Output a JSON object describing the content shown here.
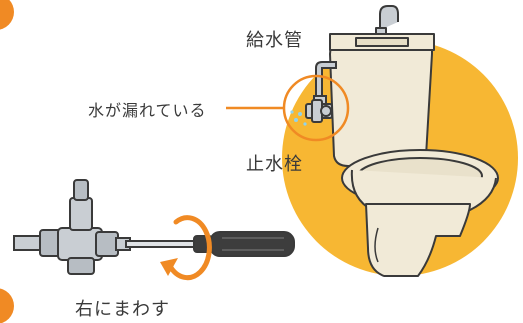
{
  "labels": {
    "supply_pipe": "給水管",
    "leak": "水が漏れている",
    "stop_valve": "止水栓",
    "turn_right": "右にまわす"
  },
  "colors": {
    "accent_orange": "#f08a24",
    "background_circle": "#f7b733",
    "toilet_body": "#f1ead7",
    "outline": "#3a3a3a",
    "metal": "#c9ced3",
    "screwdriver_handle": "#3d3d3d",
    "water_drop": "#8fd3ee"
  },
  "icons": {
    "rotation": "clockwise-arrow-icon"
  }
}
